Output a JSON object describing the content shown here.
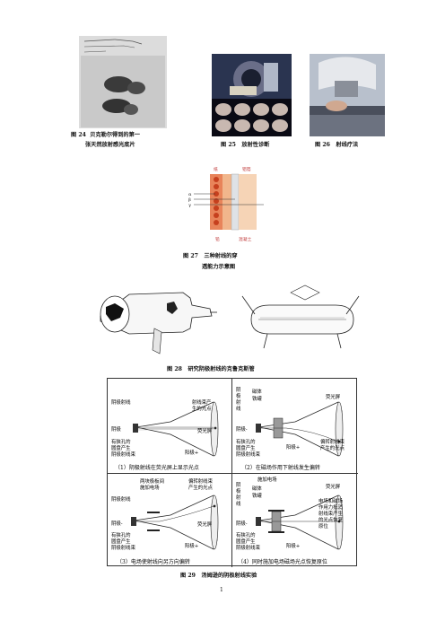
{
  "fig24": {
    "num": "图 24",
    "line1": "贝克勒尔得到的第一",
    "line2": "张天然放射感光底片"
  },
  "fig25": {
    "num": "图 25",
    "text": "放射性诊断"
  },
  "fig26": {
    "num": "图 26",
    "text": "射线疗法"
  },
  "fig27": {
    "num": "图 27",
    "line1": "三种射线的穿",
    "line2": "透能力示意图",
    "labels": {
      "paper": "纸",
      "aluminum": "铝箔",
      "lead": "铅",
      "concrete": "混凝土",
      "alpha": "α",
      "beta": "β",
      "gamma": "γ"
    }
  },
  "fig28": {
    "num": "图 28",
    "text": "研究阴极射线的克鲁克斯管"
  },
  "fig29": {
    "num": "图 29",
    "text": "汤姆逊的阴极射线实验",
    "panels": [
      {
        "caption": "（1）阴极射线在荧光屏上显示光点",
        "labels": [
          "阴极射线",
          "阴极",
          "有狭孔的",
          "圆盘产生",
          "阴极射线束",
          "射线束产",
          "生的光点",
          "荧光屏",
          "阳极+"
        ]
      },
      {
        "caption": "（2）在磁场作用下射线发生偏转",
        "labels": [
          "阴",
          "极",
          "射",
          "线",
          "磁体",
          "铁罐",
          "阴极-",
          "有狭孔的",
          "圆盘产生",
          "阴极射线束",
          "阳极+",
          "荧光屏",
          "偏转射线束",
          "产生的光点"
        ]
      },
      {
        "caption": "（3）电场使射线向另方向偏转",
        "labels": [
          "阴极射线",
          "两块极板间",
          "施加电场",
          "偏转射线束",
          "产生的光点",
          "阴极-",
          "有狭孔的",
          "圆盘产生",
          "阴极射线束",
          "荧光屏",
          "阳极+"
        ]
      },
      {
        "caption": "（4）同时施加电场磁场光点恢复原位",
        "labels": [
          "阴",
          "极",
          "射",
          "线",
          "施加电场",
          "磁体",
          "铁罐",
          "阴极-",
          "有狭孔的",
          "圆盘产生",
          "阴极射线束",
          "阳极+",
          "荧光屏",
          "电场和磁场",
          "作用力抵消",
          "射线束产生",
          "的光点恢复",
          "原位"
        ]
      }
    ]
  },
  "page_number": "1"
}
